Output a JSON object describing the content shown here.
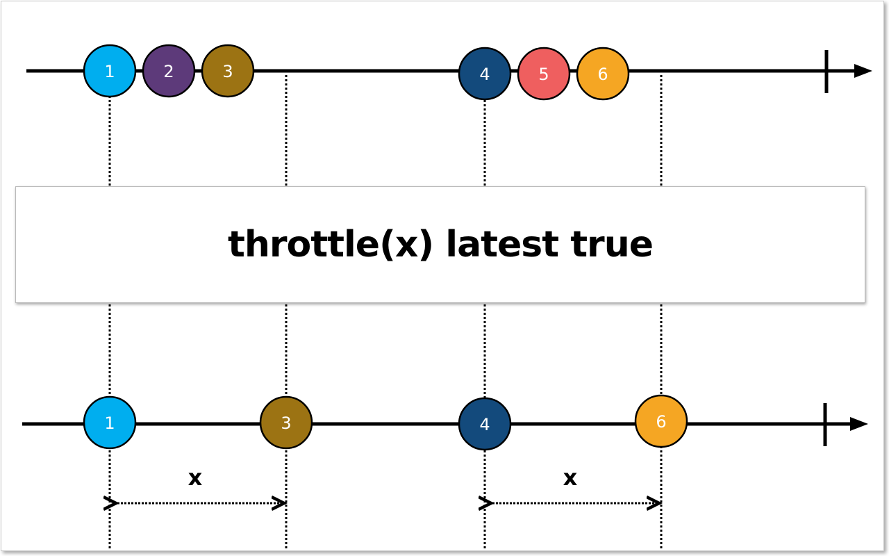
{
  "operator": {
    "label": "throttle(x) latest true"
  },
  "input_timeline": {
    "marbles": [
      {
        "label": "1",
        "color": "#00AEEF"
      },
      {
        "label": "2",
        "color": "#5D3A7A"
      },
      {
        "label": "3",
        "color": "#9C7313"
      },
      {
        "label": "4",
        "color": "#134A7C"
      },
      {
        "label": "5",
        "color": "#EF5F5F"
      },
      {
        "label": "6",
        "color": "#F5A623"
      }
    ]
  },
  "output_timeline": {
    "marbles": [
      {
        "label": "1",
        "color": "#00AEEF"
      },
      {
        "label": "3",
        "color": "#9C7313"
      },
      {
        "label": "4",
        "color": "#134A7C"
      },
      {
        "label": "6",
        "color": "#F5A623"
      }
    ]
  },
  "intervals": [
    {
      "label": "x"
    },
    {
      "label": "x"
    }
  ]
}
